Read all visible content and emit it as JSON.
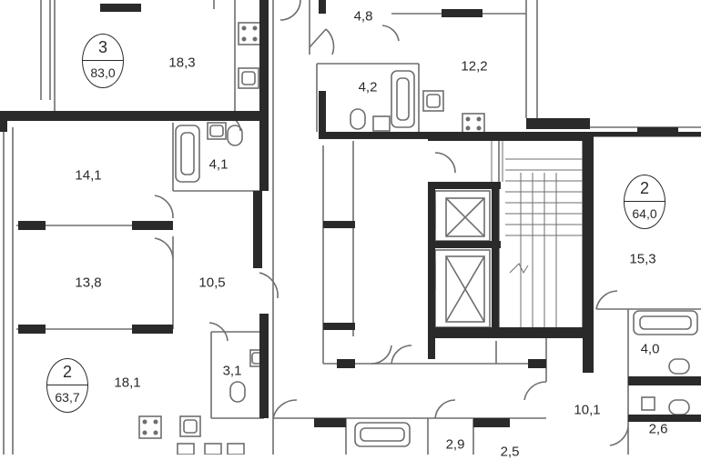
{
  "apartments": [
    {
      "rooms": "3",
      "area": "83,0"
    },
    {
      "rooms": "2",
      "area": "64,0"
    },
    {
      "rooms": "2",
      "area": "63,7"
    }
  ],
  "rooms": [
    "18,3",
    "4,8",
    "12,2",
    "4,2",
    "14,1",
    "4,1",
    "13,8",
    "10,5",
    "15,3",
    "4,0",
    "18,1",
    "3,1",
    "10,1",
    "2,6",
    "2,9",
    "2,5"
  ],
  "colors": {
    "wall": "#2a2a2a",
    "thin_wall": "#6e6e6e",
    "background": "#ffffff"
  }
}
